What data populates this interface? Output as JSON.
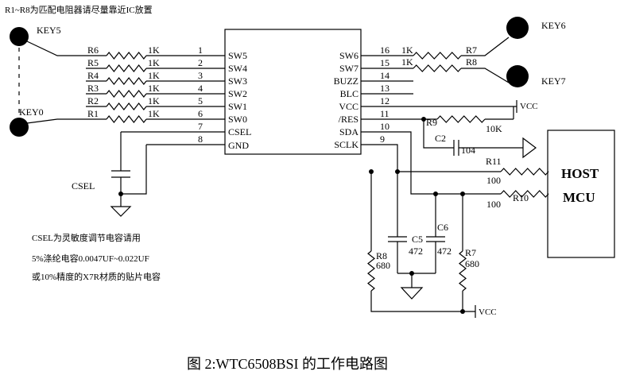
{
  "top_note": "R1~R8为匹配电阻器请尽量靠近IC放置",
  "keys": {
    "key5": "KEY5",
    "key0": "KEY0",
    "key6": "KEY6",
    "key7": "KEY7"
  },
  "left_resistors": [
    {
      "ref": "R6",
      "value": "1K",
      "pin": "1",
      "pin_name": "SW5"
    },
    {
      "ref": "R5",
      "value": "1K",
      "pin": "2",
      "pin_name": "SW4"
    },
    {
      "ref": "R4",
      "value": "1K",
      "pin": "3",
      "pin_name": "SW3"
    },
    {
      "ref": "R3",
      "value": "1K",
      "pin": "4",
      "pin_name": "SW2"
    },
    {
      "ref": "R2",
      "value": "1K",
      "pin": "5",
      "pin_name": "SW1"
    },
    {
      "ref": "R1",
      "value": "1K",
      "pin": "6",
      "pin_name": "SW0"
    }
  ],
  "left_pins_extra": [
    {
      "pin": "7",
      "pin_name": "CSEL"
    },
    {
      "pin": "8",
      "pin_name": "GND"
    }
  ],
  "right_pins": [
    {
      "pin": "16",
      "pin_name": "SW6",
      "res_value": "1K",
      "res_ref": "R7"
    },
    {
      "pin": "15",
      "pin_name": "SW7",
      "res_value": "1K",
      "res_ref": "R8"
    },
    {
      "pin": "14",
      "pin_name": "BUZZ"
    },
    {
      "pin": "13",
      "pin_name": "BLC"
    },
    {
      "pin": "12",
      "pin_name": "VCC"
    },
    {
      "pin": "11",
      "pin_name": "/RES"
    },
    {
      "pin": "10",
      "pin_name": "SDA"
    },
    {
      "pin": "9",
      "pin_name": "SCLK"
    }
  ],
  "vcc_label": "VCC",
  "r9": {
    "ref": "R9",
    "value": "10K"
  },
  "c2": {
    "ref": "C2",
    "value": "104"
  },
  "r11": {
    "ref": "R11",
    "value": "100"
  },
  "r10": {
    "ref": "R10",
    "value": "100"
  },
  "c5": {
    "ref": "C5",
    "value": "472"
  },
  "c6": {
    "ref": "C6",
    "value": "472"
  },
  "r8_pull": {
    "ref": "R8",
    "value": "680"
  },
  "r7_pull": {
    "ref": "R7",
    "value": "680"
  },
  "vcc_bottom_label": "VCC",
  "csel_label": "CSEL",
  "host": {
    "line1": "HOST",
    "line2": "MCU"
  },
  "notes": [
    "CSEL为灵敏度调节电容请用",
    "5%涤纶电容0.0047UF~0.022UF",
    "或10%精度的X7R材质的贴片电容"
  ],
  "caption": "图 2:WTC6508BSI 的工作电路图"
}
